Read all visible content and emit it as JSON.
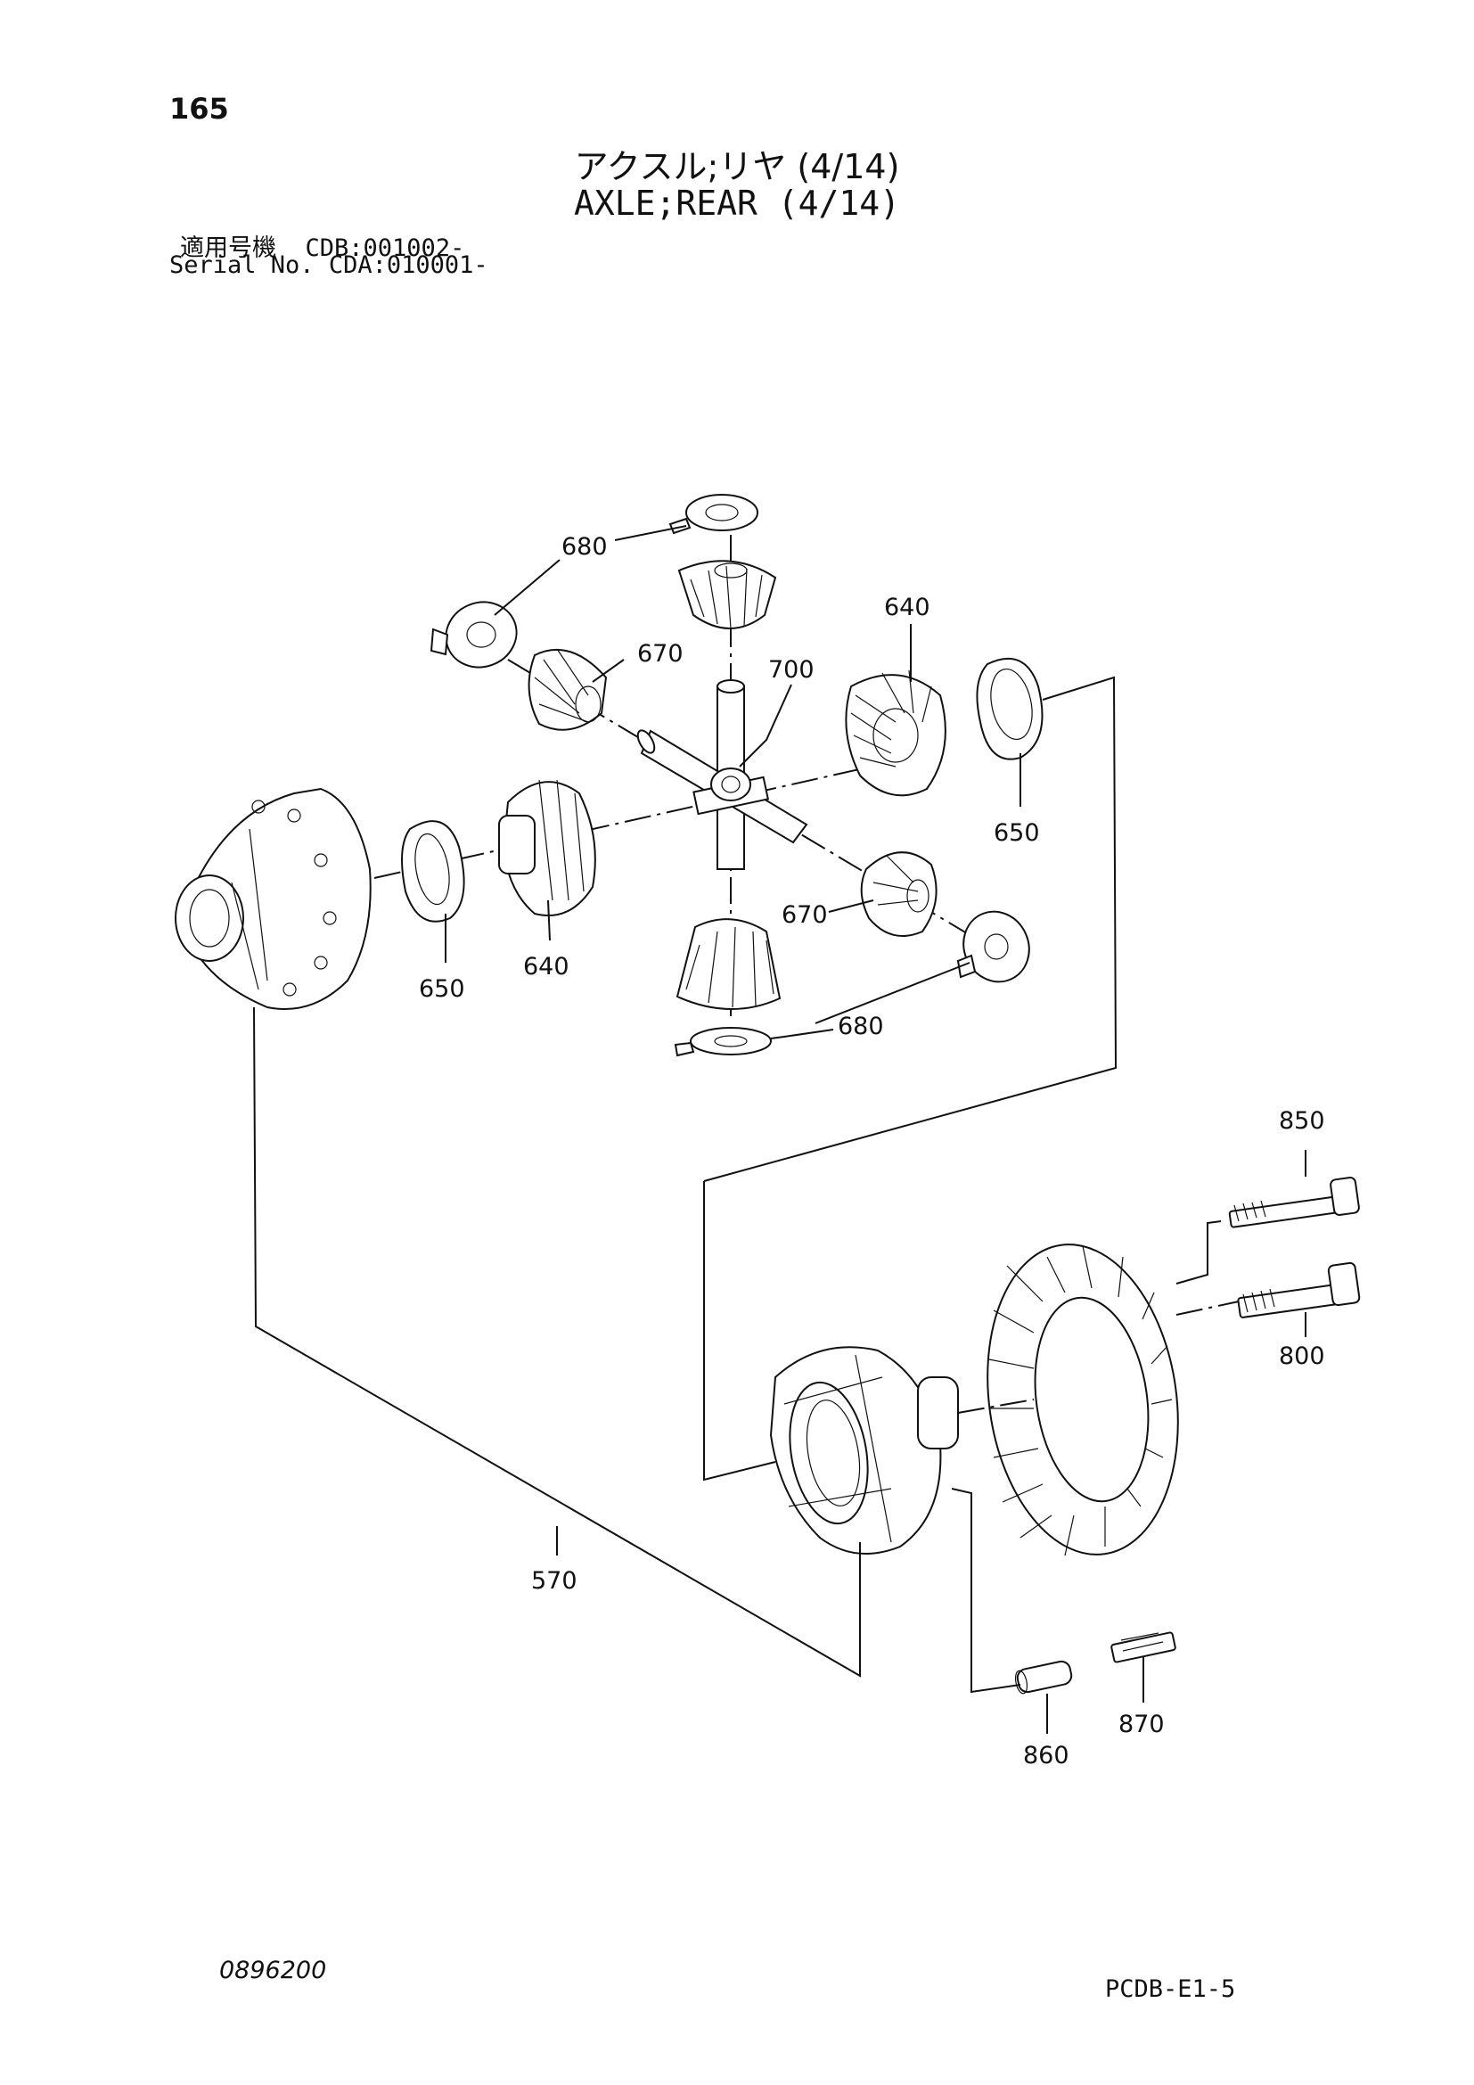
{
  "page_number": "165",
  "title_jp": "アクスル;リヤ (4/14)",
  "title_en": "AXLE;REAR (4/14)",
  "serial_label_jp": "適用号機",
  "serial_label_en": "Serial No.",
  "serial_1": "CDB:001002-",
  "serial_2": "CDA:010001-",
  "doc_code": "0896200",
  "sheet_code": "PCDB-E1-5",
  "callouts": {
    "c680_top": "680",
    "c670_top": "670",
    "c640_top": "640",
    "c700": "700",
    "c650_right": "650",
    "c650_left": "650",
    "c640_left": "640",
    "c670_bottom": "670",
    "c680_bottom": "680",
    "c850": "850",
    "c800": "800",
    "c570": "570",
    "c860": "860",
    "c870": "870"
  }
}
